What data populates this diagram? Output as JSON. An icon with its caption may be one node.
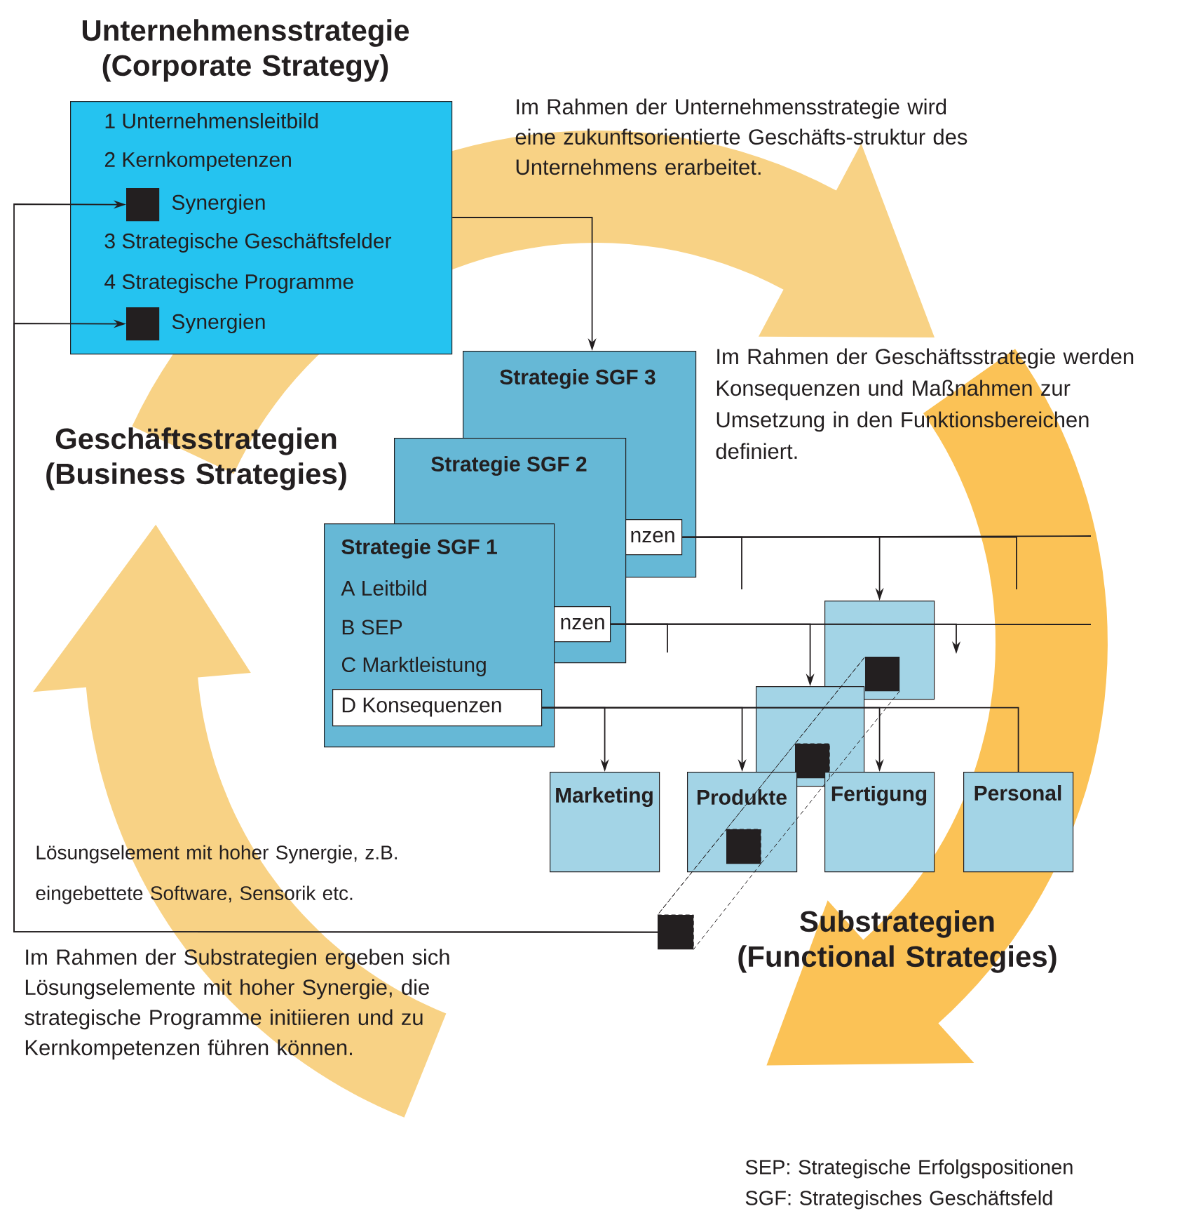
{
  "diagram": {
    "nodes": [
      {
        "text": [
          "1 Unternehmensleitbild",
          "2 Kernkompetenzen",
          "3 Strategische Geschäftsfelder",
          "4 Strategische Programme"
        ]
      },
      {
        "text": [],
        "shape": "box",
        "in": 0,
        "beside": [
          "Synergien"
        ]
      },
      {
        "text": [],
        "shape": "box",
        "in": 0,
        "beside": [
          "Synergien"
        ]
      },
      {
        "text": [
          "Strategie SGF 3"
        ]
      },
      {
        "text": [
          "nzen"
        ],
        "in": 3
      },
      {
        "text": [
          "Strategie SGF 2"
        ]
      },
      {
        "text": [
          "nzen"
        ],
        "in": 5
      },
      {
        "text": [
          "Strategie SGF 1",
          "A Leitbild",
          "B SEP",
          "C Marktleistung"
        ]
      },
      {
        "text": [
          "D Konsequenzen"
        ],
        "in": 7
      },
      {
        "text": [],
        "shape": "box"
      },
      {
        "text": [],
        "shape": "box",
        "in": 9
      },
      {
        "text": [],
        "shape": "box"
      },
      {
        "text": [],
        "shape": "box",
        "in": 11
      },
      {
        "text": [
          "Marketing"
        ]
      },
      {
        "text": [
          "Produkte"
        ]
      },
      {
        "text": [],
        "shape": "box",
        "in": 14
      },
      {
        "text": [
          "Fertigung"
        ]
      },
      {
        "text": [
          "Personal"
        ]
      },
      {
        "text": [],
        "shape": "box"
      }
    ],
    "edges": [
      {
        "from": 0,
        "to": 3,
        "arrow": "to"
      },
      {
        "from": 18,
        "to": 1,
        "arrow": "to"
      },
      {
        "from": 18,
        "to": 2,
        "arrow": "to"
      },
      {
        "from": 8,
        "to": 13,
        "arrow": "to"
      },
      {
        "from": 8,
        "to": 14,
        "arrow": "to"
      },
      {
        "from": 8,
        "to": 16,
        "arrow": "to"
      },
      {
        "from": 8,
        "to": 17,
        "arrow": "none"
      },
      {
        "from": 6,
        "to": 11,
        "arrow": "to"
      },
      {
        "from": 6,
        "to": null,
        "arrow": "to"
      },
      {
        "from": 6,
        "to": null,
        "arrow": "none"
      },
      {
        "from": 4,
        "to": 9,
        "arrow": "to"
      },
      {
        "from": 4,
        "to": null,
        "arrow": "none"
      },
      {
        "from": 4,
        "to": null,
        "arrow": "none"
      },
      {
        "from": 10,
        "to": 12,
        "arrow": "none",
        "style": "dashed"
      },
      {
        "from": 12,
        "to": 15,
        "arrow": "none",
        "style": "dashed"
      },
      {
        "from": 15,
        "to": 18,
        "arrow": "none",
        "style": "dashed"
      }
    ],
    "labels": [
      "Unternehmensstrategie (Corporate Strategy)",
      "Im Rahmen der Unternehmensstrategie wird eine zukunftsorientierte Geschäfts-struktur des Unternehmens erarbeitet.",
      "Geschäftsstrategien (Business Strategies)",
      "Im Rahmen der Geschäftsstrategie werden Konsequenzen und Maßnahmen zur Umsetzung in den Funktionsbereichen definiert.",
      "Lösungselement mit hoher Synergie, z.B. eingebettete Software, Sensorik etc.",
      "Im Rahmen der Substrategien ergeben sich Lösungselemente mit hoher Synergie, die strategische Programme initiieren und zu Kernkompetenzen führen können.",
      "Substrategien (Functional Strategies)",
      "SEP: Strategische Erfolgspositionen",
      "SGF: Strategisches Geschäftsfeld"
    ]
  }
}
